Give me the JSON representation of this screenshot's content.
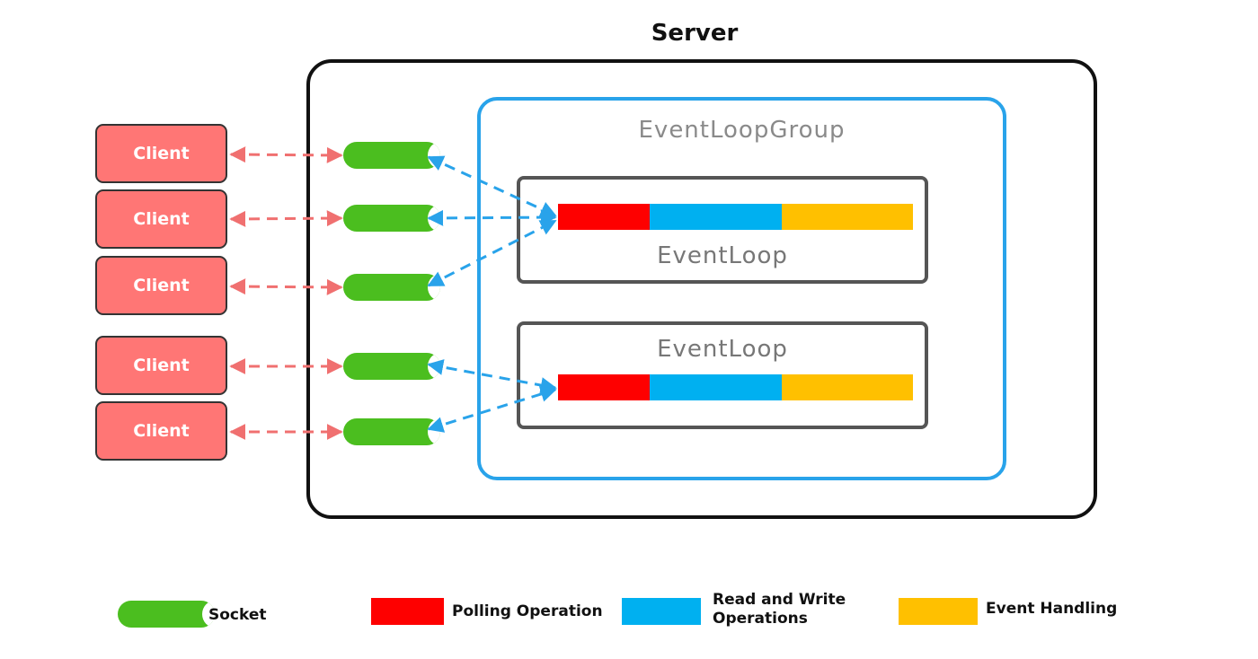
{
  "title": "Server",
  "event_loop_group": {
    "label": "EventLoopGroup"
  },
  "event_loops": [
    {
      "label": "EventLoop"
    },
    {
      "label": "EventLoop"
    }
  ],
  "clients": [
    {
      "label": "Client"
    },
    {
      "label": "Client"
    },
    {
      "label": "Client"
    },
    {
      "label": "Client"
    },
    {
      "label": "Client"
    }
  ],
  "legend": {
    "socket": "Socket",
    "polling": "Polling Operation",
    "read_write_line1": "Read and Write",
    "read_write_line2": "Operations",
    "event_handling": "Event Handling"
  },
  "colors": {
    "client": "#ff7675",
    "client_link": "#f07070",
    "socket": "#4bbe1f",
    "group_border": "#29a3ea",
    "socket_link": "#29a3ea",
    "polling": "#fe0000",
    "read_write": "#00b0f0",
    "event_handling": "#ffc000"
  }
}
